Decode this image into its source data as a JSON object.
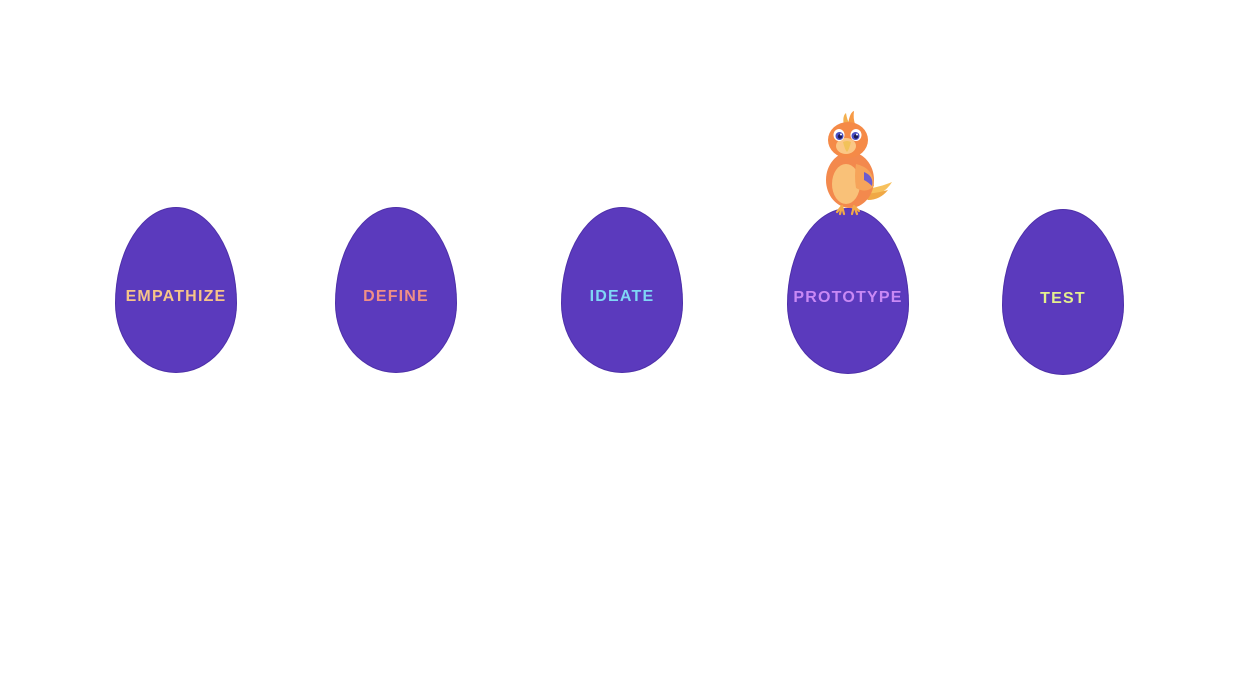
{
  "colors": {
    "background": "#ffffff",
    "egg_fill": "#5b3abd"
  },
  "stages": [
    {
      "label": "EMPATHIZE",
      "color": "#f6c489"
    },
    {
      "label": "DEFINE",
      "color": "#f08f86"
    },
    {
      "label": "IDEATE",
      "color": "#7fd6f5"
    },
    {
      "label": "PROTOTYPE",
      "color": "#c989f5"
    },
    {
      "label": "TEST",
      "color": "#e4ef8e"
    }
  ],
  "mascot": {
    "icon": "bird-icon",
    "perched_on_stage": "PROTOTYPE"
  }
}
